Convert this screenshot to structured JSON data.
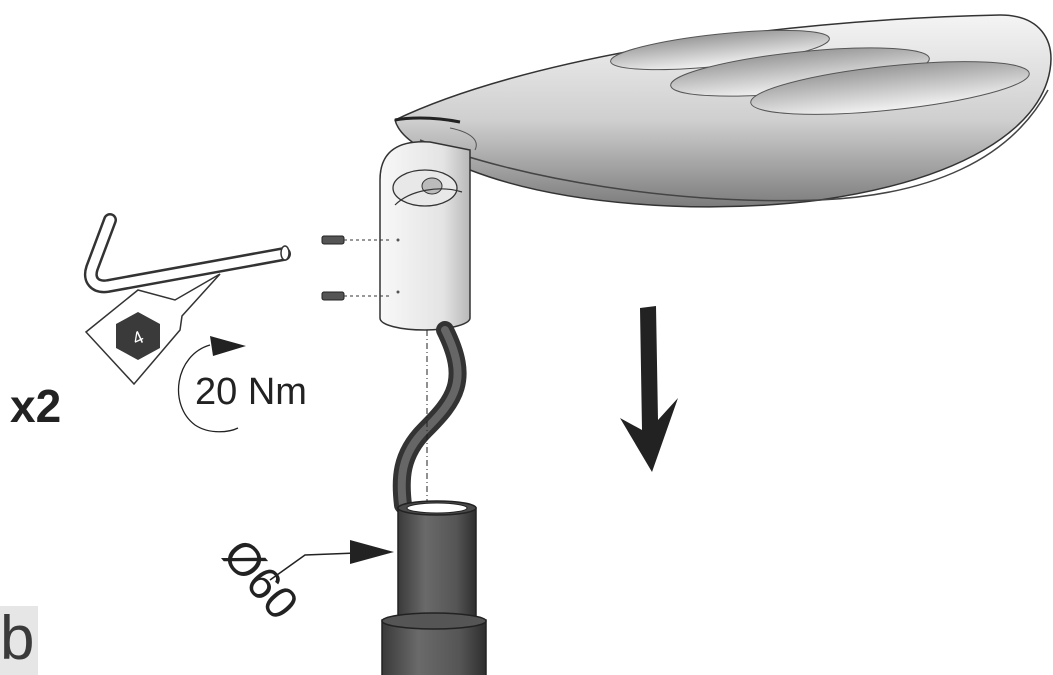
{
  "labels": {
    "quantity": "x2",
    "torque": "20 Nm",
    "hex_key_size": "4",
    "diameter": "Ø60",
    "step": "b"
  },
  "colors": {
    "line": "#222222",
    "luminaire_light": "#e9e9e9",
    "luminaire_dark": "#8a8a8a",
    "badge_hex": "#3a3a3a",
    "step_badge_bg": "#e6e6e6"
  },
  "icons": [
    "hex-key-icon",
    "hex-socket-icon",
    "torque-arrow-icon",
    "down-arrow-icon",
    "screw-icon"
  ]
}
